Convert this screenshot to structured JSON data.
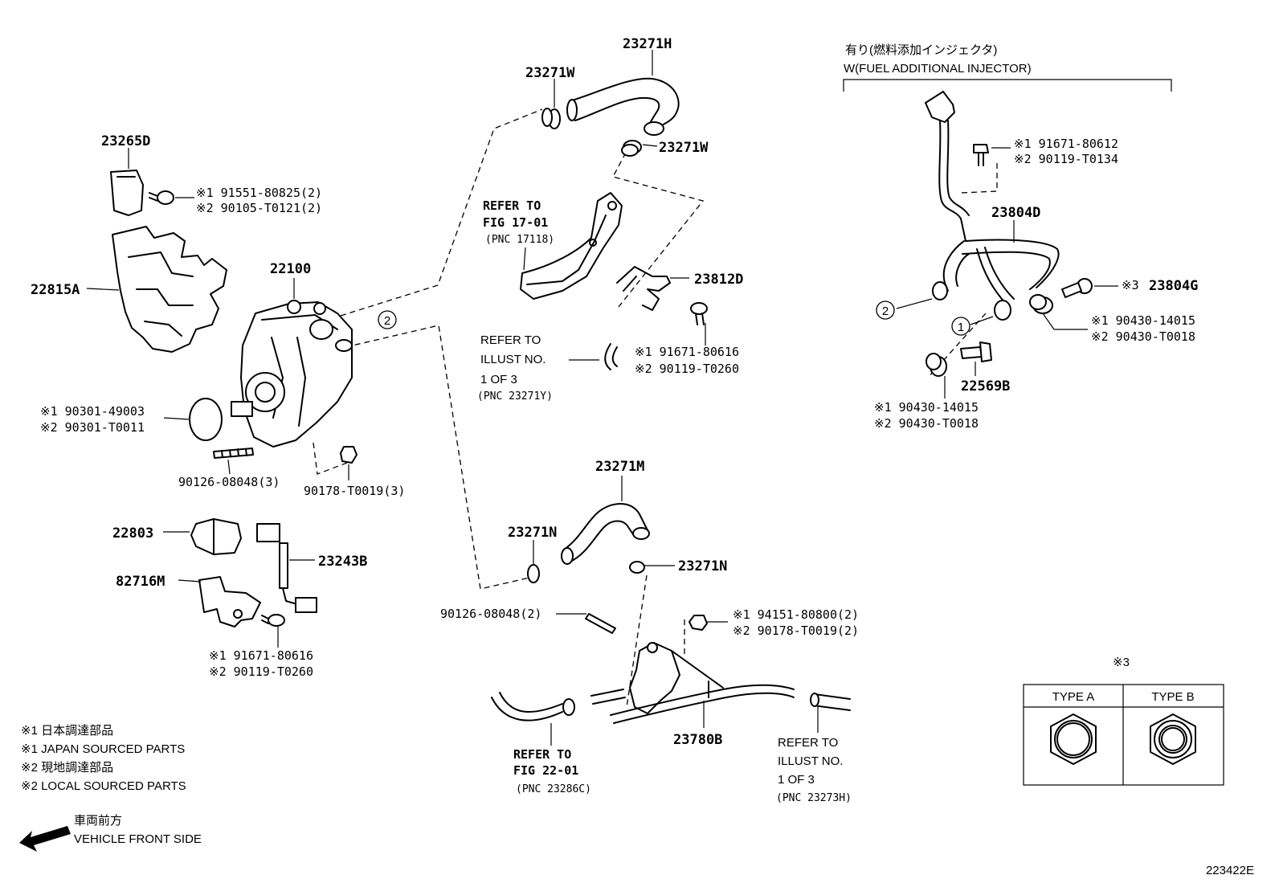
{
  "diagram_code": "223422E",
  "parts": {
    "p23271H": "23271H",
    "p23271W_top": "23271W",
    "p23271W_clamp": "23271W",
    "p23265D": "23265D",
    "bolt_23265D_1": "※1 91551-80825(2)",
    "bolt_23265D_2": "※2 90105-T0121(2)",
    "p22815A": "22815A",
    "p22100": "22100",
    "oring_1": "※1 90301-49003",
    "oring_2": "※2 90301-T0011",
    "stud_pump": "90126-08048(3)",
    "nut_pump": "90178-T0019(3)",
    "p23812D": "23812D",
    "bolt_23812D_1": "※1 91671-80616",
    "bolt_23812D_2": "※2 90119-T0260",
    "p22803": "22803",
    "p23243B": "23243B",
    "p82716M": "82716M",
    "bolt_82716M_1": "※1 91671-80616",
    "bolt_82716M_2": "※2 90119-T0260",
    "p23271M": "23271M",
    "p23271N_left": "23271N",
    "p23271N_right": "23271N",
    "stud_lower": "90126-08048(2)",
    "nut_lower_1": "※1 94151-80800(2)",
    "nut_lower_2": "※2 90178-T0019(2)",
    "p23780B": "23780B",
    "p23804D": "23804D",
    "bolt_23804D_1": "※1 91671-80612",
    "bolt_23804D_2": "※2 90119-T0134",
    "p23804G_mark": "※3",
    "p23804G": "23804G",
    "clamp_right_1": "※1 90430-14015",
    "clamp_right_2": "※2 90430-T0018",
    "p22569B": "22569B",
    "clamp_left_1": "※1 90430-14015",
    "clamp_left_2": "※2 90430-T0018"
  },
  "references": {
    "fig17": [
      "REFER TO",
      "FIG 17-01",
      "(PNC 17118)"
    ],
    "illust_a": [
      "REFER TO",
      "ILLUST NO.",
      "1 OF 3",
      "(PNC 23271Y)"
    ],
    "fig22": [
      "REFER TO",
      "FIG 22-01",
      "(PNC 23286C)"
    ],
    "illust_b": [
      "REFER TO",
      "ILLUST NO.",
      "1 OF 3",
      "(PNC 23273H)"
    ]
  },
  "circled": {
    "c2_left": "2",
    "c2_right": "2",
    "c1_right": "1"
  },
  "injector_box": {
    "title_jp": "有り(燃料添加インジェクタ)",
    "title_en": "W(FUEL ADDITIONAL INJECTOR)"
  },
  "types_table": {
    "mark": "※3",
    "type_a": "TYPE A",
    "type_b": "TYPE B"
  },
  "legend": {
    "line1": "※1 日本調達部品",
    "line2": "※1 JAPAN SOURCED PARTS",
    "line3": "※2 現地調達部品",
    "line4": "※2 LOCAL SOURCED PARTS"
  },
  "direction": {
    "jp": "車両前方",
    "en": "VEHICLE FRONT SIDE"
  }
}
